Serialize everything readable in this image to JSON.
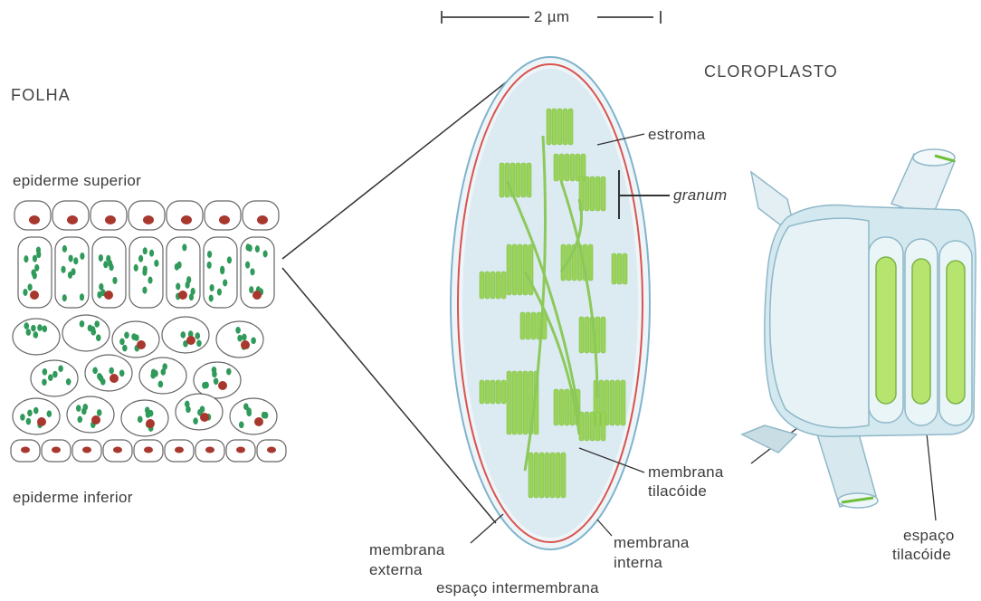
{
  "scale_bar": {
    "label": "2 µm"
  },
  "labels": {
    "folha": "FOLHA",
    "cloroplasto": "CLOROPLASTO",
    "epiderme_superior": "epiderme superior",
    "epiderme_inferior": "epiderme inferior",
    "estroma": "estroma",
    "granum": "granum",
    "membrana_tilacoide_1": "membrana",
    "membrana_tilacoide_2": "tilacóide",
    "membrana_externa_1": "membrana",
    "membrana_externa_2": "externa",
    "membrana_interna_1": "membrana",
    "membrana_interna_2": "interna",
    "espaco_intermembrana": "espaço intermembrana",
    "espaco_tilacoide_1": "espaço",
    "espaco_tilacoide_2": "tilacóide"
  },
  "colors": {
    "chloroplast_green": "#9bd35a",
    "nucleus_red": "#a8372e",
    "outline": "#444444",
    "membrane_red": "#d9534f",
    "stroma_blue": "#dcebf2",
    "model_blue": "#d6eaf2"
  }
}
